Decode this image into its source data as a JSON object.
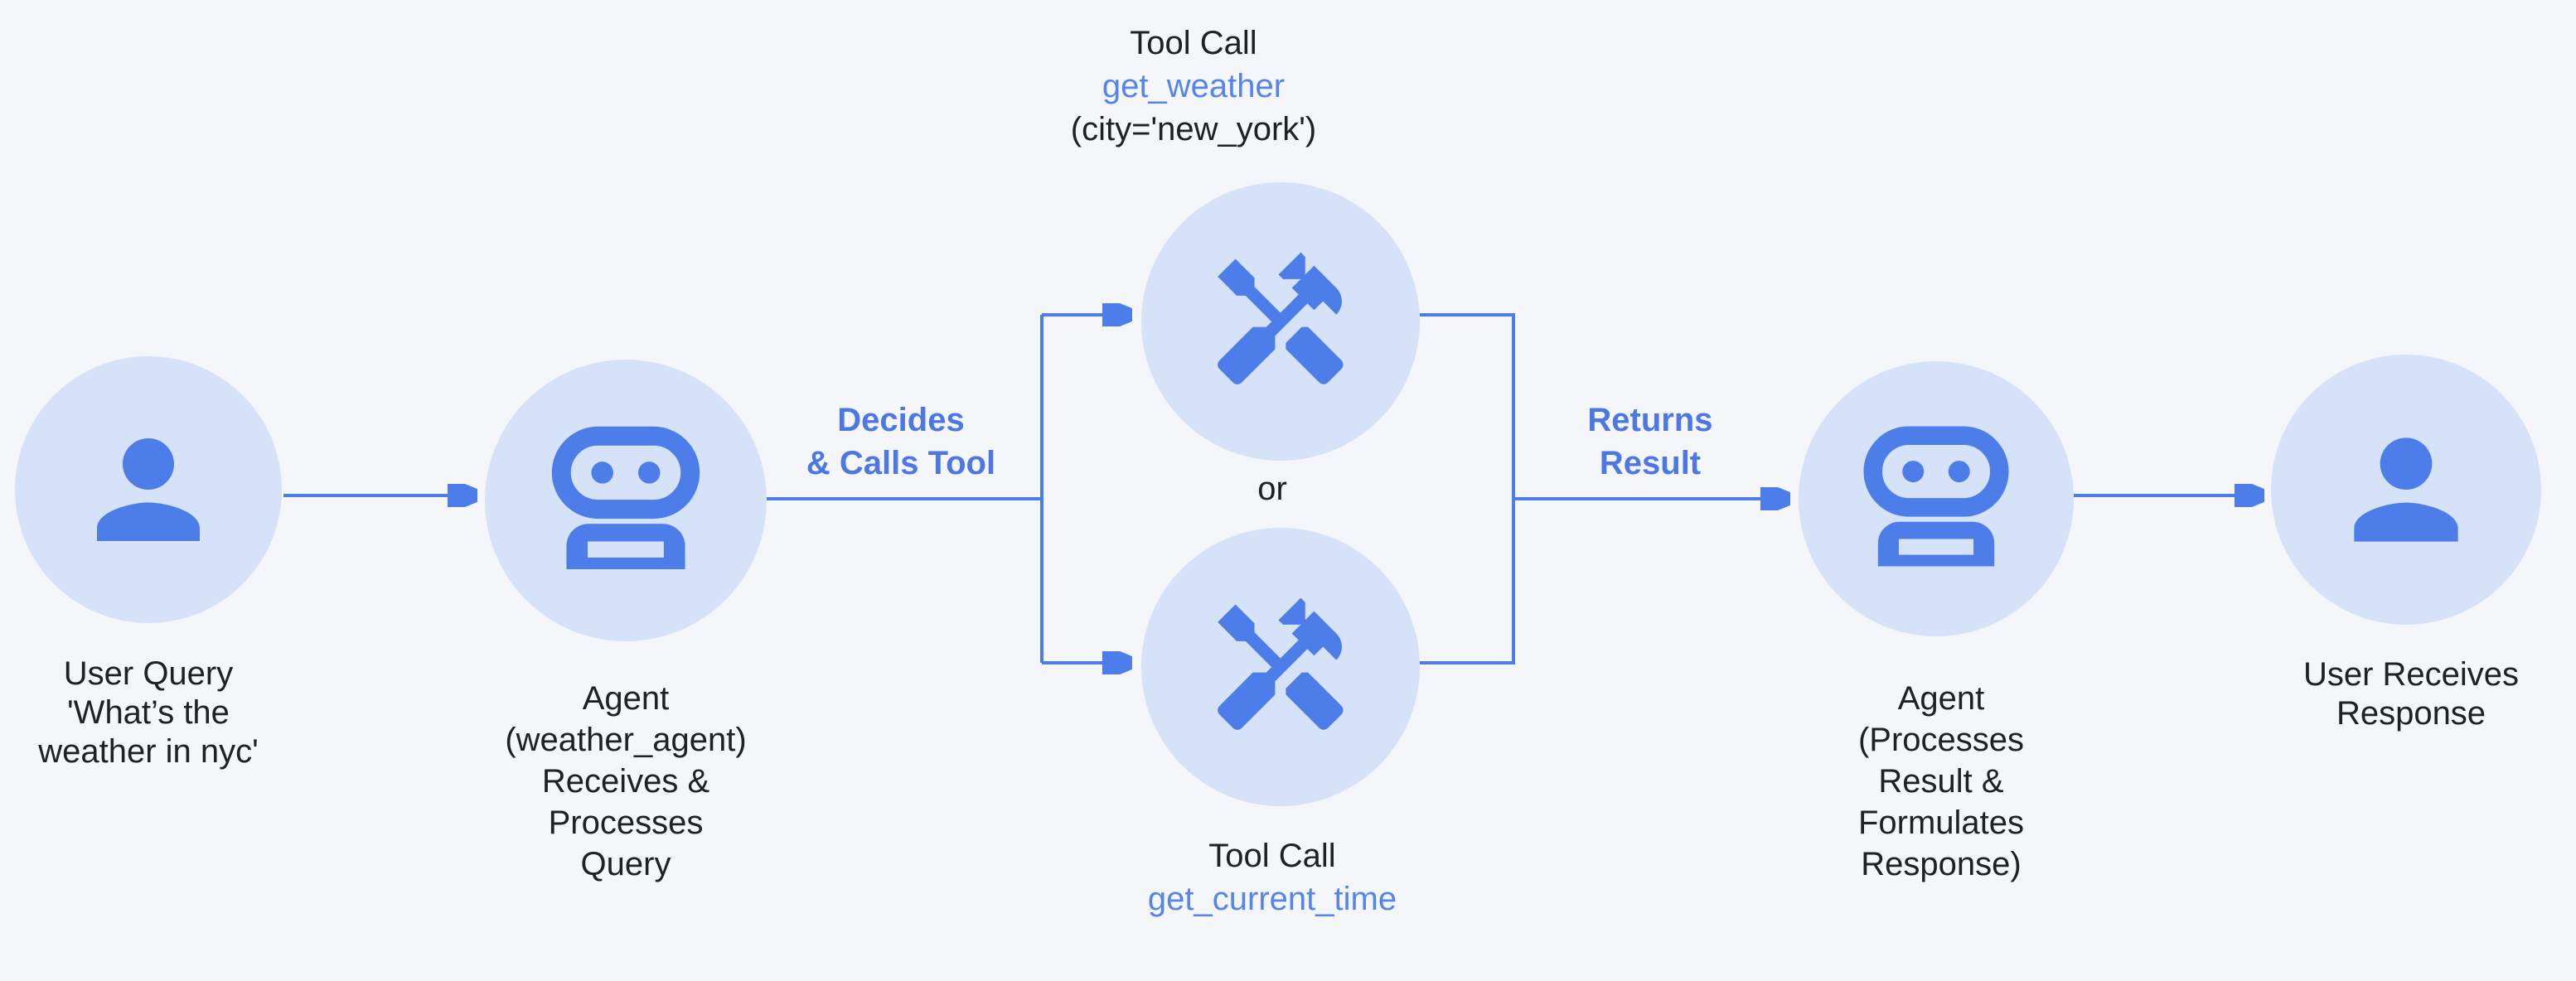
{
  "diagram": {
    "title_semantic": "Agent tool-calling flow",
    "colors": {
      "background": "#f4f6f9",
      "node_fill": "#d6e2f8",
      "icon_blue": "#4c7de9",
      "edge_blue": "#4c7de9",
      "edge_label_blue": "#4d77e5",
      "function_name_blue": "#5584ef",
      "text_dark": "#202124"
    },
    "nodes": {
      "user_query": {
        "icon": "person-icon",
        "label_lines": [
          "User Query",
          "'What’s the",
          "weather in nyc'"
        ]
      },
      "agent_receive": {
        "icon": "robot-icon",
        "label_lines": [
          "Agent",
          "(weather_agent)",
          "Receives &",
          "Processes",
          "Query"
        ]
      },
      "tool_get_weather": {
        "icon": "tools-icon",
        "title": "Tool Call",
        "function": "get_weather",
        "args": "(city='new_york')"
      },
      "tool_get_current_time": {
        "icon": "tools-icon",
        "title": "Tool Call",
        "function": "get_current_time"
      },
      "agent_respond": {
        "icon": "robot-icon",
        "label_lines": [
          "Agent",
          "(Processes",
          "Result &",
          "Formulates",
          "Response)"
        ]
      },
      "user_response": {
        "icon": "person-icon",
        "label_lines": [
          "User Receives",
          "Response"
        ]
      }
    },
    "edge_labels": {
      "decides_lines": [
        "Decides",
        "& Calls Tool"
      ],
      "or": "or",
      "returns_lines": [
        "Returns",
        "Result"
      ]
    }
  }
}
